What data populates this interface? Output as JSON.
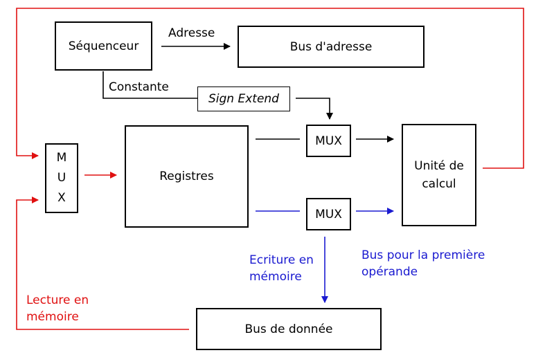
{
  "boxes": {
    "sequenceur": "Séquenceur",
    "bus_adresse": "Bus d'adresse",
    "sign_extend": "Sign Extend",
    "mux_left": [
      "M",
      "U",
      "X"
    ],
    "registres": "Registres",
    "mux_top": "MUX",
    "mux_bottom": "MUX",
    "unite_calcul": [
      "Unité de",
      "calcul"
    ],
    "bus_donnee": "Bus de donnée"
  },
  "labels": {
    "adresse": "Adresse",
    "constante": "Constante",
    "ecriture": [
      "Ecriture en",
      "mémoire"
    ],
    "bus_premiere": [
      "Bus pour la première",
      "opérande"
    ],
    "lecture": [
      "Lecture en",
      "mémoire"
    ]
  },
  "colors": {
    "black": "#000000",
    "blue": "#1a1ad0",
    "red": "#e01010"
  }
}
